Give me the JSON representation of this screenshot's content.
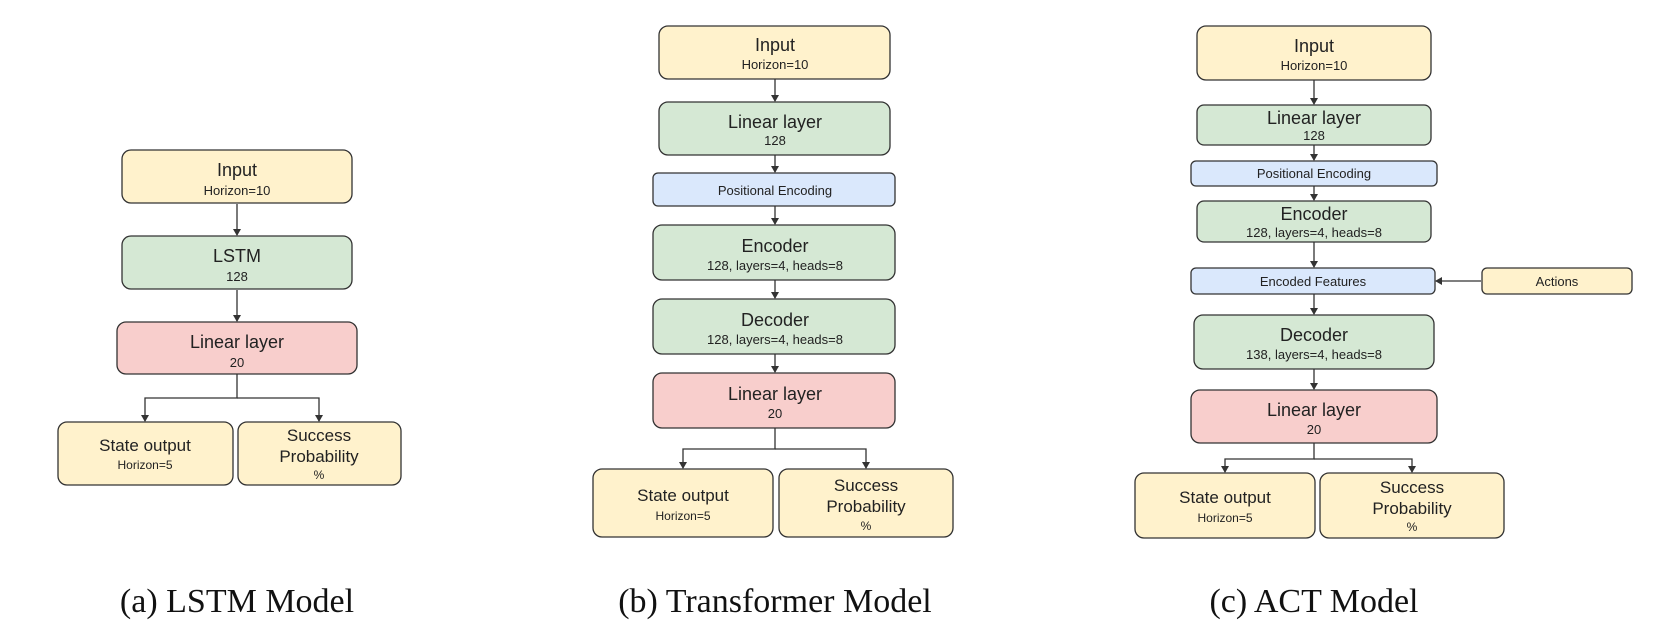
{
  "colors": {
    "input_fill": "#fff2cc",
    "hidden_fill": "#d5e8d4",
    "encoding_fill": "#dae8fc",
    "output_fill": "#f8cecc",
    "stroke": "#333333"
  },
  "panels": {
    "lstm": {
      "caption": "(a) LSTM Model",
      "input": {
        "title": "Input",
        "sub": "Horizon=10"
      },
      "lstm": {
        "title": "LSTM",
        "sub": "128"
      },
      "linear": {
        "title": "Linear layer",
        "sub": "20"
      },
      "state": {
        "title": "State output",
        "sub": "Horizon=5"
      },
      "success": {
        "title1": "Success",
        "title2": "Probability",
        "sub": "%"
      }
    },
    "transformer": {
      "caption": "(b) Transformer Model",
      "input": {
        "title": "Input",
        "sub": "Horizon=10"
      },
      "linear1": {
        "title": "Linear layer",
        "sub": "128"
      },
      "posenc": {
        "title": "Positional Encoding"
      },
      "encoder": {
        "title": "Encoder",
        "sub": "128, layers=4, heads=8"
      },
      "decoder": {
        "title": "Decoder",
        "sub": "128, layers=4, heads=8"
      },
      "linear2": {
        "title": "Linear layer",
        "sub": "20"
      },
      "state": {
        "title": "State output",
        "sub": "Horizon=5"
      },
      "success": {
        "title1": "Success",
        "title2": "Probability",
        "sub": "%"
      }
    },
    "act": {
      "caption": "(c) ACT Model",
      "input": {
        "title": "Input",
        "sub": "Horizon=10"
      },
      "linear1": {
        "title": "Linear layer",
        "sub": "128"
      },
      "posenc": {
        "title": "Positional Encoding"
      },
      "encoder": {
        "title": "Encoder",
        "sub": "128, layers=4, heads=8"
      },
      "encoded": {
        "title": "Encoded Features"
      },
      "actions": {
        "title": "Actions"
      },
      "decoder": {
        "title": "Decoder",
        "sub": "138, layers=4, heads=8"
      },
      "linear2": {
        "title": "Linear layer",
        "sub": "20"
      },
      "state": {
        "title": "State output",
        "sub": "Horizon=5"
      },
      "success": {
        "title1": "Success",
        "title2": "Probability",
        "sub": "%"
      }
    }
  }
}
